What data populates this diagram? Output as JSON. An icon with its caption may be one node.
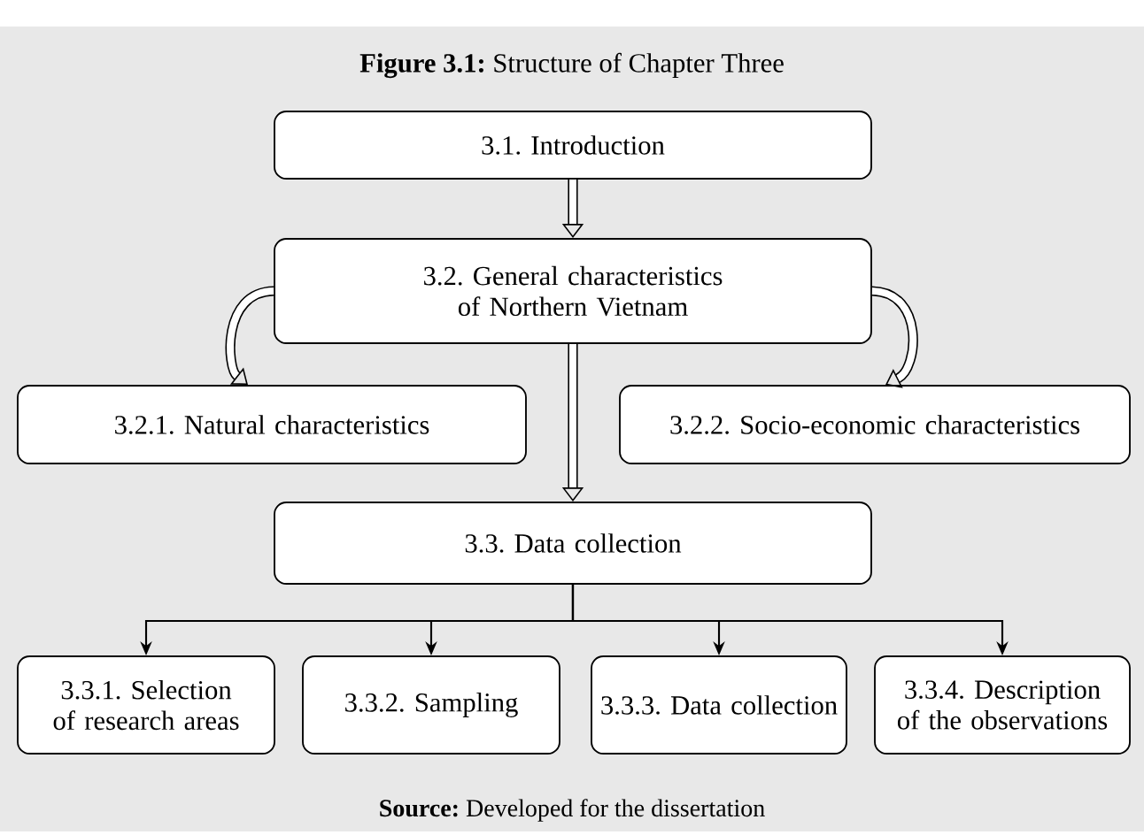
{
  "diagram": {
    "title": "**Figure 3.1:** Structure of Chapter Three",
    "caption": "**Source:** Developed for the dissertation",
    "nodes": [
      {
        "text": [
          "3.1. Introduction"
        ]
      },
      {
        "text": [
          "3.2. General characteristics of Northern Vietnam"
        ]
      },
      {
        "text": [
          "3.2.1. Natural characteristics"
        ]
      },
      {
        "text": [
          "3.2.2. Socio-economic characteristics"
        ]
      },
      {
        "text": [
          "3.3. Data collection"
        ]
      },
      {
        "text": [
          "3.3.1. Selection of research areas"
        ]
      },
      {
        "text": [
          "3.3.2. Sampling"
        ]
      },
      {
        "text": [
          "3.3.3. Data collection"
        ]
      },
      {
        "text": [
          "3.3.4. Description of the observations"
        ]
      }
    ],
    "edges": [
      {
        "from": 0,
        "to": 1,
        "arrow": "to",
        "style": "thick"
      },
      {
        "from": 1,
        "to": 2,
        "arrow": "to",
        "style": "thick"
      },
      {
        "from": 1,
        "to": 3,
        "arrow": "to",
        "style": "thick"
      },
      {
        "from": 1,
        "to": 4,
        "arrow": "to",
        "style": "thick"
      },
      {
        "from": 4,
        "to": 5,
        "arrow": "to"
      },
      {
        "from": 4,
        "to": 6,
        "arrow": "to"
      },
      {
        "from": 4,
        "to": 7,
        "arrow": "to"
      },
      {
        "from": 4,
        "to": 8,
        "arrow": "to"
      }
    ]
  }
}
